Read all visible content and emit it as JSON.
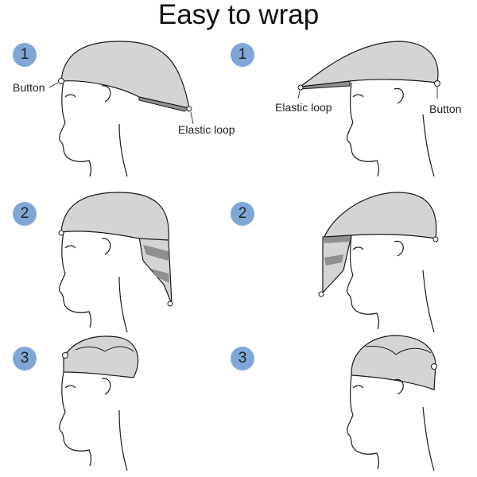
{
  "title": "Easy to wrap",
  "colors": {
    "hair_wrap": "#d4d4d4",
    "wrap_shadow": "#8f8f8f",
    "step_badge": "#7fa6d4",
    "line": "#1a1a1a"
  },
  "panels": [
    {
      "step": "1",
      "side": "left",
      "labels": {
        "button": "Button",
        "loop": "Elastic loop"
      }
    },
    {
      "step": "1",
      "side": "right",
      "labels": {
        "button": "Button",
        "loop": "Elastic loop"
      }
    },
    {
      "step": "2",
      "side": "left"
    },
    {
      "step": "2",
      "side": "right"
    },
    {
      "step": "3",
      "side": "left"
    },
    {
      "step": "3",
      "side": "right"
    }
  ]
}
